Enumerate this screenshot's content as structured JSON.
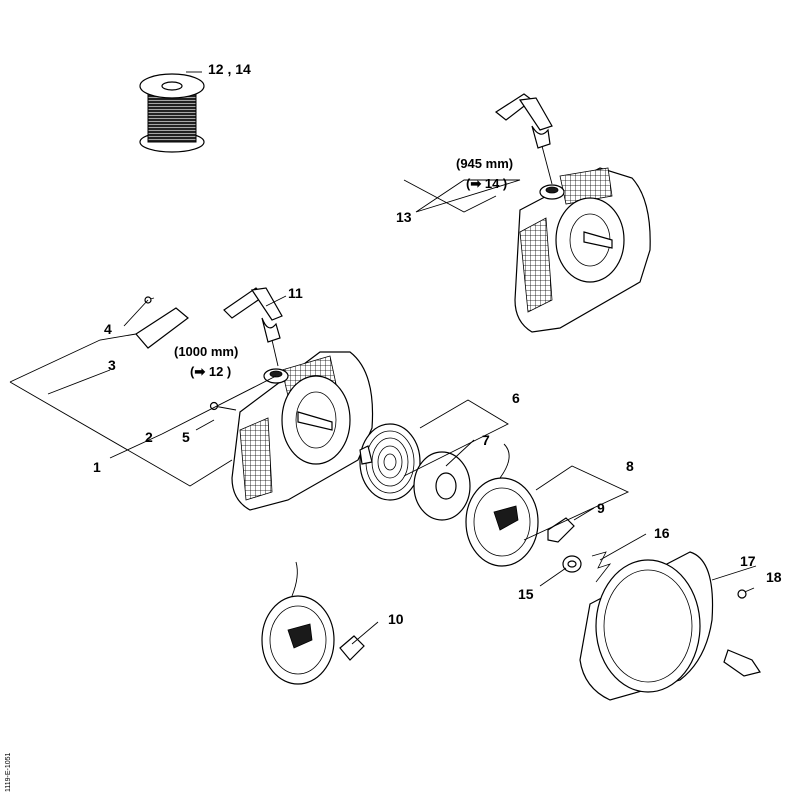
{
  "callouts": {
    "c1": "1",
    "c2": "2",
    "c3": "3",
    "c4": "4",
    "c5": "5",
    "c6": "6",
    "c7": "7",
    "c8": "8",
    "c9": "9",
    "c10": "10",
    "c11": "11",
    "c12_14": "12 , 14",
    "c13": "13",
    "c15": "15",
    "c16": "16",
    "c17": "17",
    "c18": "18"
  },
  "notes": {
    "rope_a_length": "(945 mm)",
    "rope_a_ref": "(➡ 14 )",
    "rope_b_length": "(1000 mm)",
    "rope_b_ref": "(➡ 12 )"
  },
  "drawing_code": "1119-E-1051"
}
